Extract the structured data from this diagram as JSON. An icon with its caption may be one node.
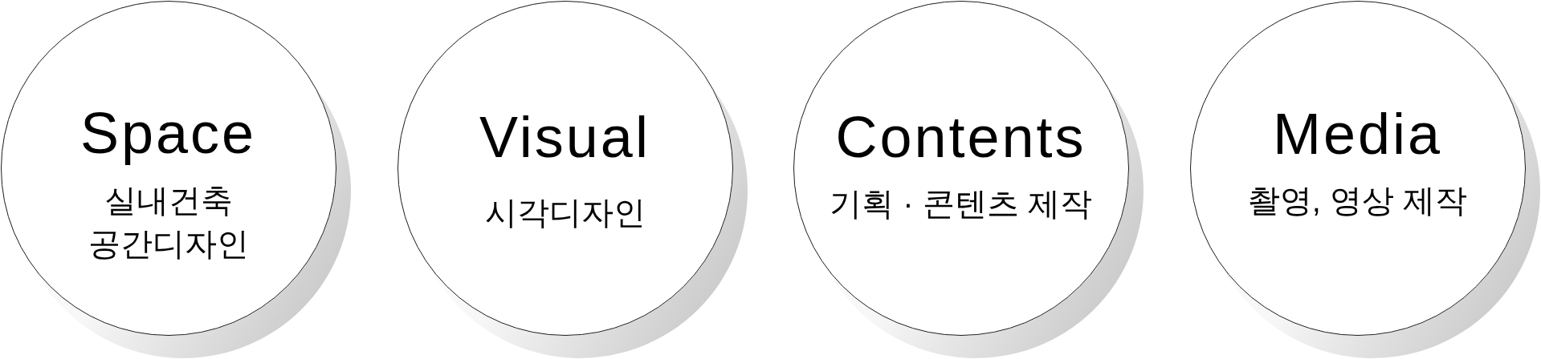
{
  "diagram": {
    "nodes": [
      {
        "text": [
          "Space",
          "실내건축 공간디자인"
        ]
      },
      {
        "text": [
          "Visual",
          "시각디자인"
        ]
      },
      {
        "text": [
          "Contents",
          "기획 · 콘텐츠 제작"
        ]
      },
      {
        "text": [
          "Media",
          "촬영, 영상 제작"
        ]
      }
    ]
  }
}
